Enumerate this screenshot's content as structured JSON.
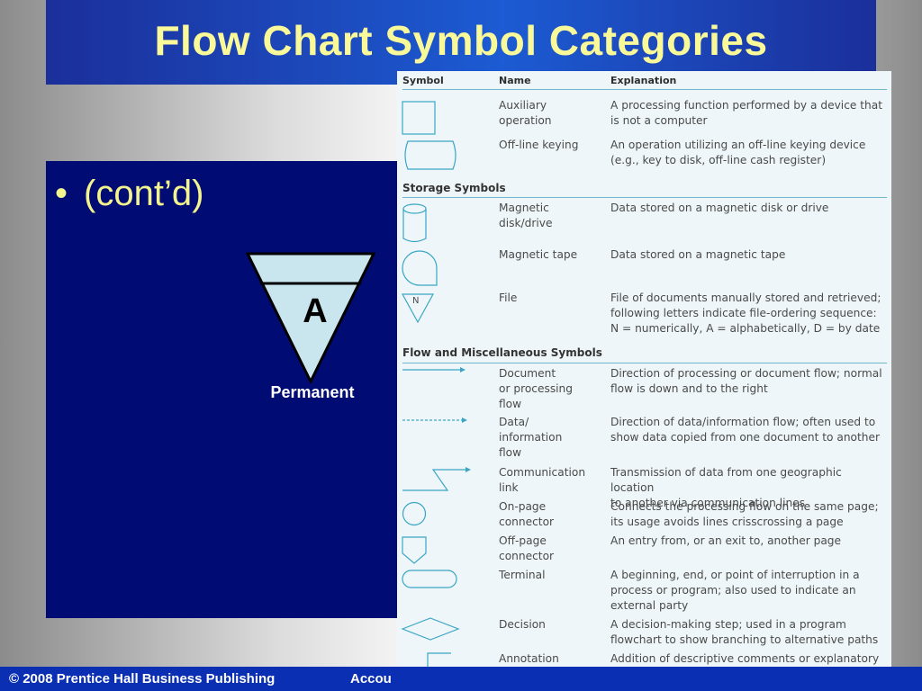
{
  "slide": {
    "title": "Flow Chart Symbol Categories",
    "bullet": "(cont’d)",
    "triangle_letter": "A",
    "triangle_label": "Permanent"
  },
  "table": {
    "headers": {
      "symbol": "Symbol",
      "name": "Name",
      "explanation": "Explanation"
    },
    "rows1": [
      {
        "name": "Auxiliary\noperation",
        "explanation": "A processing function performed by a device that\nis not a computer",
        "symbol_icon": "square-icon"
      },
      {
        "name": "Off-line keying",
        "explanation": "An operation utilizing an off-line keying device\n(e.g., key to disk, off-line cash register)",
        "symbol_icon": "offline-keying-icon"
      }
    ],
    "storage_title": "Storage Symbols",
    "storage_rows": [
      {
        "name": "Magnetic\ndisk/drive",
        "explanation": "Data stored on a magnetic disk or drive",
        "symbol_icon": "disk-icon"
      },
      {
        "name": "Magnetic tape",
        "explanation": "Data stored on a magnetic tape",
        "symbol_icon": "tape-icon"
      },
      {
        "name": "File",
        "explanation": "File of documents manually stored and retrieved;\nfollowing letters indicate file-ordering sequence:\nN = numerically, A = alphabetically, D = by date",
        "symbol_icon": "file-triangle-icon",
        "symbol_letter": "N"
      }
    ],
    "flow_title": "Flow and Miscellaneous Symbols",
    "flow_rows": [
      {
        "name": "Document\nor processing\nflow",
        "explanation": "Direction of processing or document flow; normal\nflow is down and to the right",
        "symbol_icon": "arrow-icon"
      },
      {
        "name": "Data/\ninformation\nflow",
        "explanation": "Direction of data/information flow; often used to\nshow data copied from one document to another",
        "symbol_icon": "dashed-arrow-icon"
      },
      {
        "name": "Communication\nlink",
        "explanation": "Transmission of data from one geographic location\nto another via communication lines",
        "symbol_icon": "zigzag-arrow-icon"
      },
      {
        "name": "On-page\nconnector",
        "explanation": "Connects the processing flow on the same page;\nits usage avoids lines crisscrossing a page",
        "symbol_icon": "circle-icon"
      },
      {
        "name": "Off-page\nconnector",
        "explanation": "An entry from, or an exit to, another page",
        "symbol_icon": "pentagon-icon"
      },
      {
        "name": "Terminal",
        "explanation": "A beginning, end, or point of interruption in a\nprocess or program; also used to indicate an\nexternal party",
        "symbol_icon": "terminal-icon"
      },
      {
        "name": "Decision",
        "explanation": "A decision-making step; used in a program\nflowchart to show branching to alternative paths",
        "symbol_icon": "diamond-icon"
      },
      {
        "name": "Annotation",
        "explanation": "Addition of descriptive comments or explanatory\nnotes as clarification",
        "symbol_icon": "annotation-icon"
      }
    ]
  },
  "footer": {
    "copyright": "© 2008 Prentice Hall Business Publishing",
    "course_fragment": "Accou"
  },
  "colors": {
    "title_text": "#f9f99a",
    "bullet_text": "#f4f48f",
    "content_bg": "#000b73",
    "footer_bg": "#0a2fb3",
    "table_bg": "#eef6f9",
    "symbol_stroke": "#3aa6c4",
    "triangle_fill": "#c9e6ee"
  }
}
